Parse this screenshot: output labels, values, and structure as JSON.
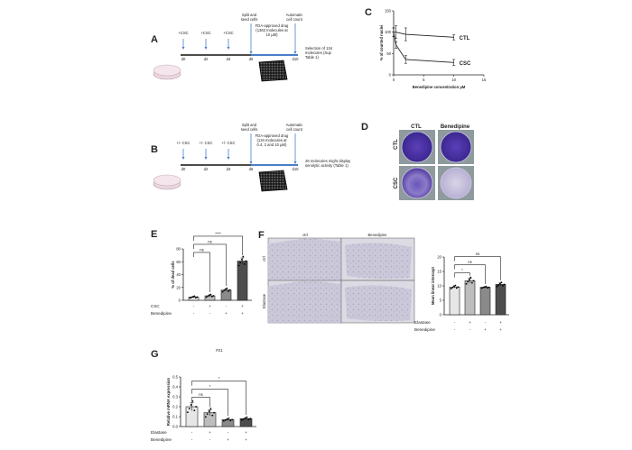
{
  "panel_a": {
    "label": "A",
    "doses": [
      "+CSC",
      "+CSC",
      "+CSC"
    ],
    "days": [
      "d0",
      "d2",
      "d4",
      "d6",
      "d10"
    ],
    "split_text": [
      "Split and",
      "seed cells"
    ],
    "count_text": [
      "Automatic",
      "cell count"
    ],
    "drug_text": [
      "FDA-approved  drug",
      "(1363 molecules at",
      "10 µM)"
    ],
    "result_text": [
      "Selection of 134",
      "molecules (Sup",
      "Table 1)"
    ]
  },
  "panel_b": {
    "label": "B",
    "doses": [
      "+/- CSC",
      "+/- CSC",
      "+/- CSC"
    ],
    "days": [
      "d0",
      "d2",
      "d4",
      "d6",
      "d10"
    ],
    "split_text": [
      "Split and",
      "seed cells"
    ],
    "count_text": [
      "Automatic",
      "cell count"
    ],
    "drug_text": [
      "FDA-approved  drug",
      "(134 molecules at",
      "0.4, 2 and 10 µM)"
    ],
    "result_text": [
      "26 molecules  might display",
      "senolytic activity (Table 1)"
    ]
  },
  "panel_d": {
    "label": "D",
    "columns": [
      "CTL",
      "Benedipine"
    ],
    "rows": [
      "CTL",
      "CSC"
    ]
  },
  "panel_f": {
    "label": "F",
    "columns": [
      "ctrl",
      "Benedipine"
    ],
    "rows": [
      "ctrl",
      "Elastase"
    ]
  },
  "panel_g_title": "P21",
  "chart_data": [
    {
      "id": "C",
      "label": "C",
      "type": "line",
      "xlabel": "Benedipine concentration µM",
      "ylabel": "% of counted nuclei",
      "xlim": [
        0,
        15
      ],
      "ylim": [
        0,
        150
      ],
      "xticks": [
        "0",
        "5",
        "10",
        "15"
      ],
      "yticks": [
        "0",
        "50",
        "100",
        "150"
      ],
      "series": [
        {
          "name": "CTL",
          "x": [
            0,
            0.4,
            2,
            10
          ],
          "y": [
            100,
            100,
            95,
            88
          ],
          "err": [
            10,
            15,
            15,
            6
          ]
        },
        {
          "name": "CSC",
          "x": [
            0,
            0.4,
            2,
            10
          ],
          "y": [
            100,
            70,
            36,
            29
          ],
          "err": [
            10,
            8,
            9,
            7
          ]
        }
      ]
    },
    {
      "id": "E",
      "label": "E",
      "type": "bar",
      "ylabel": "% of dead cells",
      "ylim": [
        0,
        80
      ],
      "yticks": [
        "0",
        "20",
        "40",
        "60",
        "80"
      ],
      "values": [
        5,
        7,
        16,
        61
      ],
      "err": [
        1,
        1.5,
        2,
        5
      ],
      "colors": [
        "#e6e6e6",
        "#bdbdbd",
        "#8a8a8a",
        "#4d4d4d"
      ],
      "factors": [
        {
          "name": "CSC",
          "levels": [
            "-",
            "+",
            "-",
            "+"
          ]
        },
        {
          "name": "Benedipine",
          "levels": [
            "-",
            "-",
            "+",
            "+"
          ]
        }
      ],
      "comparisons": [
        {
          "from": 0,
          "to": 1,
          "label": "ns"
        },
        {
          "from": 0,
          "to": 2,
          "label": "ns"
        },
        {
          "from": 0,
          "to": 3,
          "label": "****"
        }
      ]
    },
    {
      "id": "F",
      "label": "",
      "type": "bar",
      "ylabel": "Mean linear intercept",
      "ylim": [
        0,
        20
      ],
      "yticks": [
        "0",
        "5",
        "10",
        "15",
        "20"
      ],
      "values": [
        9.6,
        11.8,
        9.5,
        10.5
      ],
      "err": [
        0.4,
        0.8,
        0.2,
        0.5
      ],
      "colors": [
        "#e6e6e6",
        "#bdbdbd",
        "#8a8a8a",
        "#4d4d4d"
      ],
      "factors": [
        {
          "name": "Elastase",
          "levels": [
            "-",
            "+",
            "-",
            "+"
          ]
        },
        {
          "name": "Benedipine",
          "levels": [
            "-",
            "-",
            "+",
            "+"
          ]
        }
      ],
      "comparisons": [
        {
          "from": 0,
          "to": 1,
          "label": "*"
        },
        {
          "from": 0,
          "to": 2,
          "label": "ns"
        },
        {
          "from": 0,
          "to": 3,
          "label": "ns"
        }
      ]
    },
    {
      "id": "G",
      "label": "G",
      "type": "bar",
      "title": "P21",
      "ylabel": "Relative mRNA expression",
      "ylim": [
        0,
        0.5
      ],
      "yticks": [
        "0.0",
        "0.1",
        "0.2",
        "0.3",
        "0.4",
        "0.5"
      ],
      "values": [
        0.2,
        0.14,
        0.07,
        0.08
      ],
      "err": [
        0.04,
        0.03,
        0.01,
        0.01
      ],
      "colors": [
        "#e6e6e6",
        "#bdbdbd",
        "#8a8a8a",
        "#4d4d4d"
      ],
      "factors": [
        {
          "name": "Elastase",
          "levels": [
            "-",
            "+",
            "-",
            "+"
          ]
        },
        {
          "name": "Benedipine",
          "levels": [
            "-",
            "-",
            "+",
            "+"
          ]
        }
      ],
      "comparisons": [
        {
          "from": 0,
          "to": 1,
          "label": "ns"
        },
        {
          "from": 0,
          "to": 2,
          "label": "*"
        },
        {
          "from": 0,
          "to": 3,
          "label": "*"
        }
      ]
    }
  ]
}
